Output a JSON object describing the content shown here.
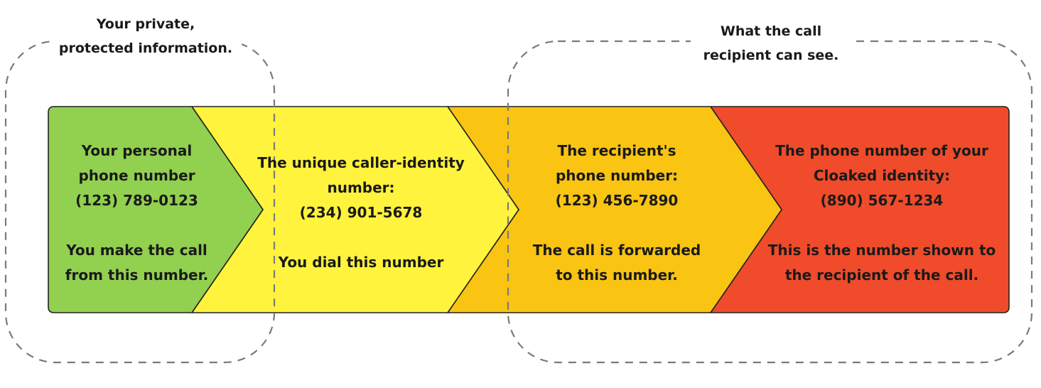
{
  "captions": {
    "private": [
      "Your private,",
      "protected information."
    ],
    "visible": [
      "What the call",
      "recipient can see."
    ]
  },
  "steps": [
    {
      "heading": [
        "Your personal",
        "phone number",
        "(123) 789-0123"
      ],
      "note": [
        "You make the call",
        "from this number."
      ],
      "color": "#92d050"
    },
    {
      "heading": [
        "The unique caller-identity",
        "number:",
        "(234) 901-5678"
      ],
      "note": [
        "You dial this number"
      ],
      "color": "#fff33d"
    },
    {
      "heading": [
        "The recipient's",
        "phone number:",
        "(123) 456-7890"
      ],
      "note": [
        "The call is forwarded",
        "to this number."
      ],
      "color": "#f9c412"
    },
    {
      "heading": [
        "The phone number of your",
        "Cloaked identity:",
        "(890) 567-1234"
      ],
      "note": [
        "This is the number shown to",
        "the recipient of the call."
      ],
      "color": "#f04b2a"
    }
  ]
}
